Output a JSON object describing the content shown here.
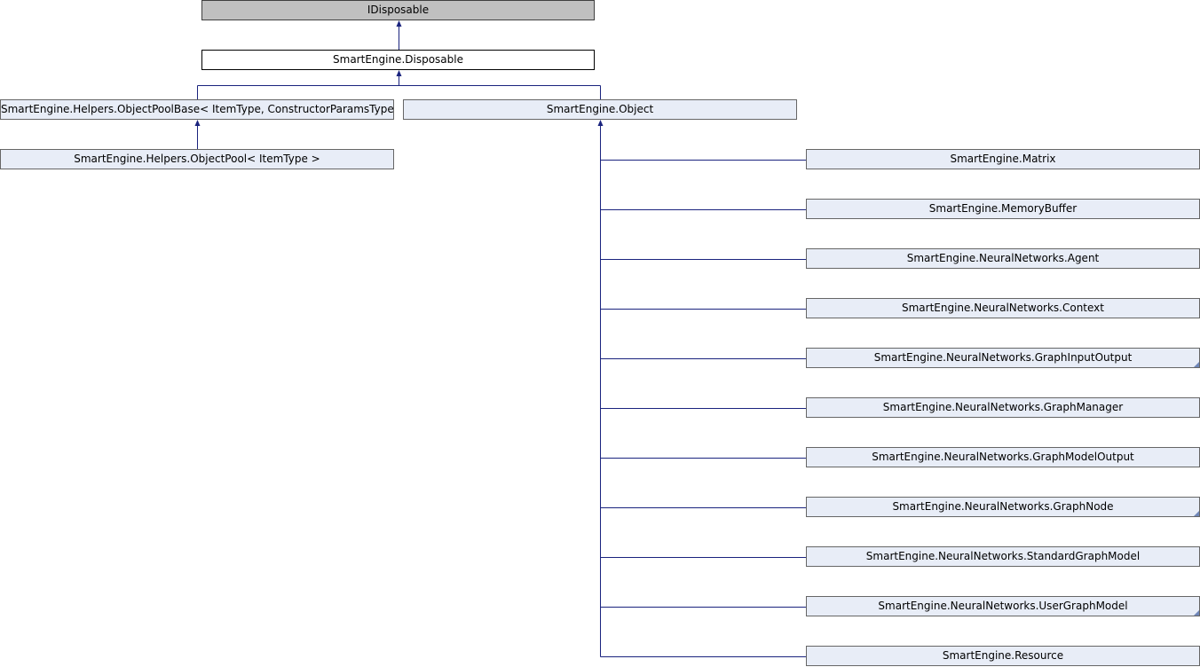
{
  "diagram": {
    "colors": {
      "edge": "#1a237e",
      "node_fill": "#e8edf7",
      "node_border": "#666666",
      "root_fill": "#c0c0c0",
      "focus_fill": "#ffffff"
    },
    "nodes": {
      "idisposable": {
        "label": "IDisposable",
        "kind": "external"
      },
      "disposable": {
        "label": "SmartEngine.Disposable",
        "kind": "current"
      },
      "objectpoolbase": {
        "label": "SmartEngine.Helpers.ObjectPoolBase< ItemType, ConstructorParamsType >",
        "kind": "class"
      },
      "object": {
        "label": "SmartEngine.Object",
        "kind": "class"
      },
      "objectpool": {
        "label": "SmartEngine.Helpers.ObjectPool< ItemType >",
        "kind": "class"
      },
      "matrix": {
        "label": "SmartEngine.Matrix",
        "kind": "class"
      },
      "memorybuffer": {
        "label": "SmartEngine.MemoryBuffer",
        "kind": "class"
      },
      "agent": {
        "label": "SmartEngine.NeuralNetworks.Agent",
        "kind": "class"
      },
      "context": {
        "label": "SmartEngine.NeuralNetworks.Context",
        "kind": "class"
      },
      "graphinputoutput": {
        "label": "SmartEngine.NeuralNetworks.GraphInputOutput",
        "kind": "class",
        "has_more": true
      },
      "graphmanager": {
        "label": "SmartEngine.NeuralNetworks.GraphManager",
        "kind": "class"
      },
      "graphmodeloutput": {
        "label": "SmartEngine.NeuralNetworks.GraphModelOutput",
        "kind": "class"
      },
      "graphnode": {
        "label": "SmartEngine.NeuralNetworks.GraphNode",
        "kind": "class",
        "has_more": true
      },
      "standardgraphmodel": {
        "label": "SmartEngine.NeuralNetworks.StandardGraphModel",
        "kind": "class"
      },
      "usergraphmodel": {
        "label": "SmartEngine.NeuralNetworks.UserGraphModel",
        "kind": "class",
        "has_more": true
      },
      "resource": {
        "label": "SmartEngine.Resource",
        "kind": "class"
      }
    },
    "edges": [
      {
        "from": "disposable",
        "to": "idisposable"
      },
      {
        "from": "objectpoolbase",
        "to": "disposable"
      },
      {
        "from": "object",
        "to": "disposable"
      },
      {
        "from": "objectpool",
        "to": "objectpoolbase"
      },
      {
        "from": "matrix",
        "to": "object"
      },
      {
        "from": "memorybuffer",
        "to": "object"
      },
      {
        "from": "agent",
        "to": "object"
      },
      {
        "from": "context",
        "to": "object"
      },
      {
        "from": "graphinputoutput",
        "to": "object"
      },
      {
        "from": "graphmanager",
        "to": "object"
      },
      {
        "from": "graphmodeloutput",
        "to": "object"
      },
      {
        "from": "graphnode",
        "to": "object"
      },
      {
        "from": "standardgraphmodel",
        "to": "object"
      },
      {
        "from": "usergraphmodel",
        "to": "object"
      },
      {
        "from": "resource",
        "to": "object"
      }
    ]
  }
}
